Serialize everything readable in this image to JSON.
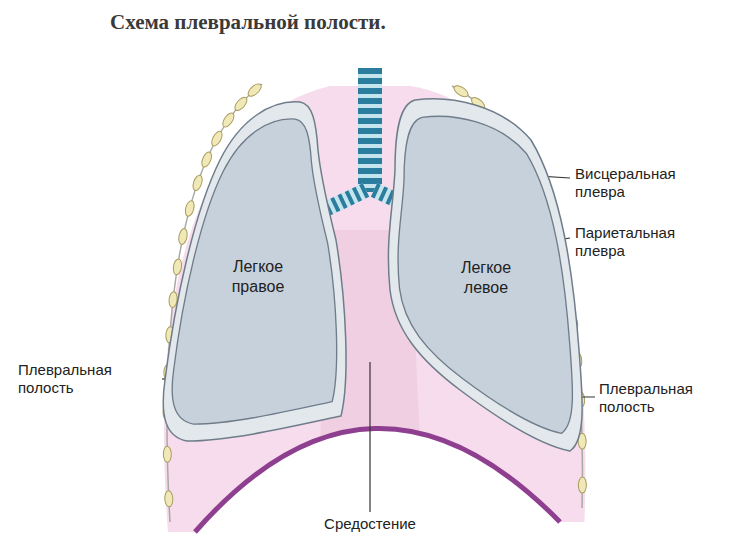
{
  "diagram": {
    "title": "Схема плевральной полости.",
    "nodes": [
      {
        "text": [
          "Легкое правое"
        ]
      },
      {
        "text": [
          "Легкое левое"
        ]
      }
    ],
    "labels": [
      "Висцеральная плевра",
      "Париетальная плевра",
      "Плевральная полость",
      "Плевральная полость",
      "Средостение"
    ]
  }
}
